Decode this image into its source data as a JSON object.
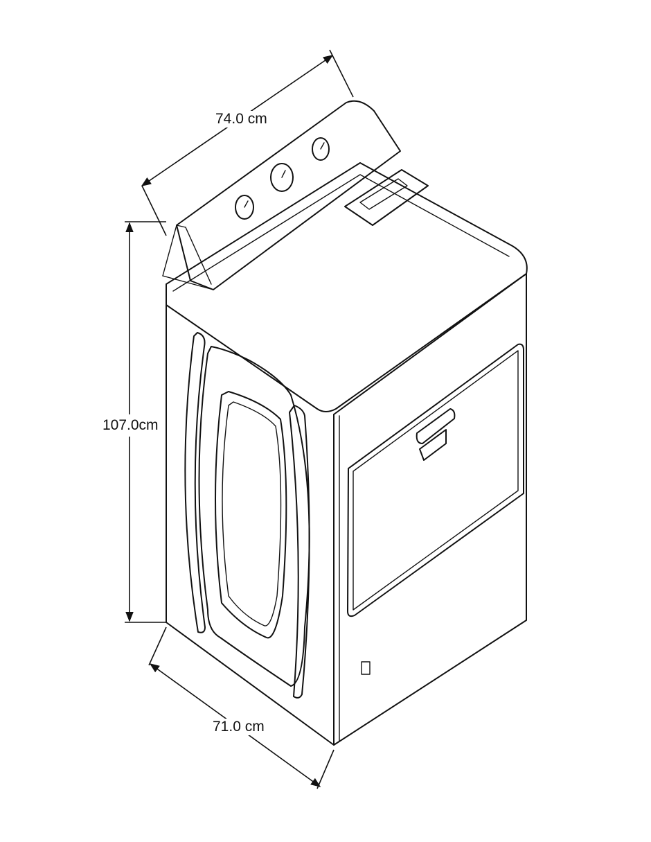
{
  "dimensions": {
    "depth": "74.0 cm",
    "height": "107.0cm",
    "width": "71.0 cm"
  },
  "icons": {
    "appliance": "dryer-line-drawing",
    "arrows": "dimension-arrow"
  },
  "colors": {
    "line": "#111111",
    "background": "#ffffff"
  }
}
